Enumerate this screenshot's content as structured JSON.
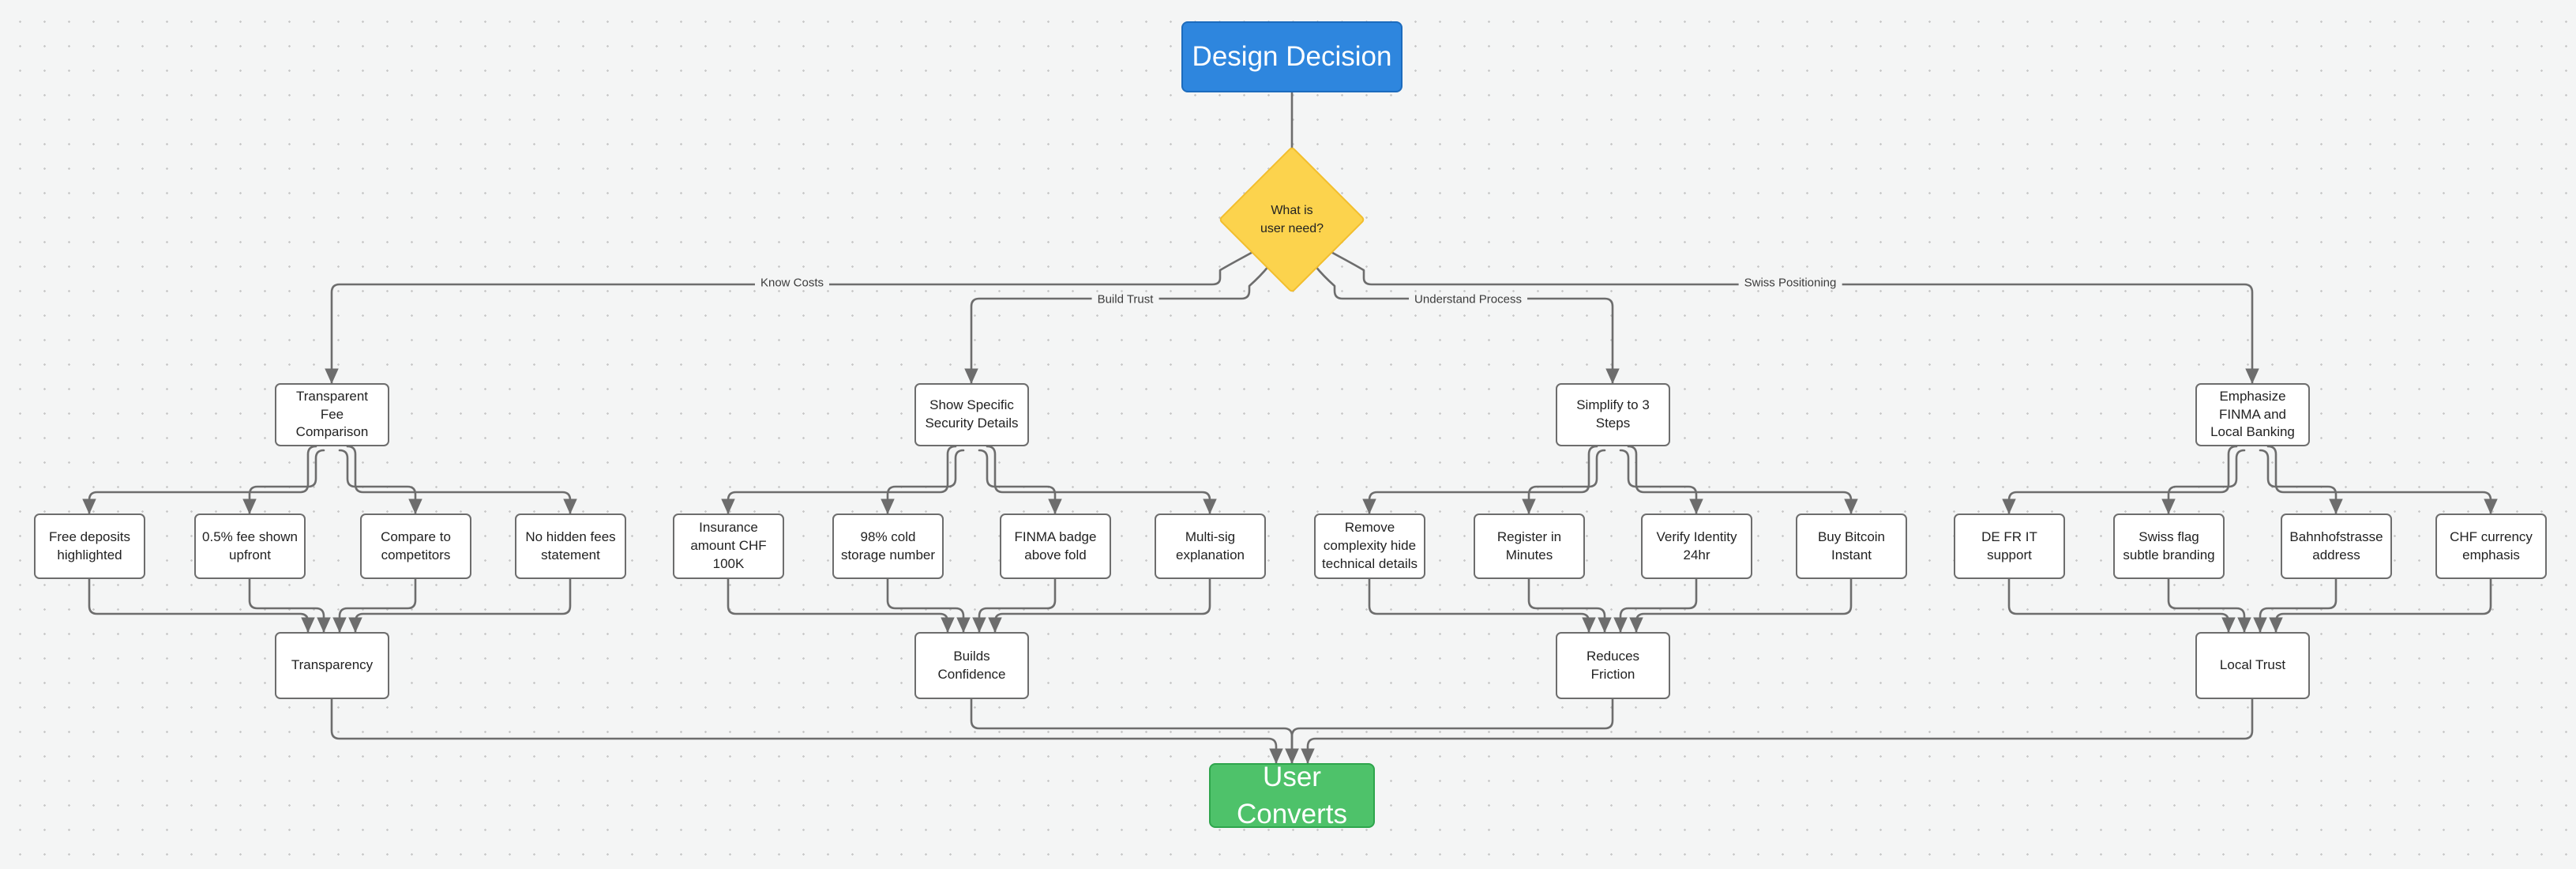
{
  "canvas": {
    "background": "#f4f5f5",
    "dot_color": "#c9c9c9"
  },
  "colors": {
    "start_fill": "#2e86de",
    "start_stroke": "#1c6bbd",
    "decision_fill": "#fcd34d",
    "decision_stroke": "#f2be2d",
    "end_fill": "#4ec26a",
    "end_stroke": "#2ea54c",
    "node_fill": "#ffffff",
    "node_stroke": "#6d6d6d",
    "edge_stroke": "#6d6d6d",
    "text_dark": "#222222",
    "text_light": "#ffffff"
  },
  "start": {
    "label": "Design Decision"
  },
  "decision": {
    "label": "What is\nuser need?"
  },
  "edge_labels": [
    {
      "id": "know-costs",
      "label": "Know Costs"
    },
    {
      "id": "build-trust",
      "label": "Build Trust"
    },
    {
      "id": "understand-process",
      "label": "Understand Process"
    },
    {
      "id": "swiss-positioning",
      "label": "Swiss Positioning"
    }
  ],
  "categories": [
    {
      "id": "transparent-fee-comparison",
      "label": "Transparent Fee Comparison"
    },
    {
      "id": "show-specific-security-details",
      "label": "Show Specific Security Details"
    },
    {
      "id": "simplify-to-3-steps",
      "label": "Simplify to 3 Steps"
    },
    {
      "id": "emphasize-finma-and-local-banking",
      "label": "Emphasize FINMA and Local Banking"
    }
  ],
  "details": [
    {
      "id": "free-deposits-highlighted",
      "label": "Free deposits highlighted"
    },
    {
      "id": "fee-shown-upfront",
      "label": "0.5% fee shown upfront"
    },
    {
      "id": "compare-to-competitors",
      "label": "Compare to competitors"
    },
    {
      "id": "no-hidden-fees-statement",
      "label": "No hidden fees statement"
    },
    {
      "id": "insurance-amount-chf-100k",
      "label": "Insurance amount CHF 100K"
    },
    {
      "id": "cold-storage-number",
      "label": "98% cold storage number"
    },
    {
      "id": "finma-badge-above-fold",
      "label": "FINMA badge above fold"
    },
    {
      "id": "multi-sig-explanation",
      "label": "Multi-sig explanation"
    },
    {
      "id": "remove-complexity-hide-technical-details",
      "label": "Remove complexity hide technical details"
    },
    {
      "id": "register-in-minutes",
      "label": "Register in Minutes"
    },
    {
      "id": "verify-identity-24hr",
      "label": "Verify Identity 24hr"
    },
    {
      "id": "buy-bitcoin-instant",
      "label": "Buy Bitcoin Instant"
    },
    {
      "id": "de-fr-it-support",
      "label": "DE FR IT support"
    },
    {
      "id": "swiss-flag-subtle-branding",
      "label": "Swiss flag subtle branding"
    },
    {
      "id": "bahnhofstrasse-address",
      "label": "Bahnhofstrasse address"
    },
    {
      "id": "chf-currency-emphasis",
      "label": "CHF currency emphasis"
    }
  ],
  "outcomes": [
    {
      "id": "transparency",
      "label": "Transparency"
    },
    {
      "id": "builds-confidence",
      "label": "Builds Confidence"
    },
    {
      "id": "reduces-friction",
      "label": "Reduces Friction"
    },
    {
      "id": "local-trust",
      "label": "Local Trust"
    }
  ],
  "end": {
    "label": "User Converts"
  }
}
